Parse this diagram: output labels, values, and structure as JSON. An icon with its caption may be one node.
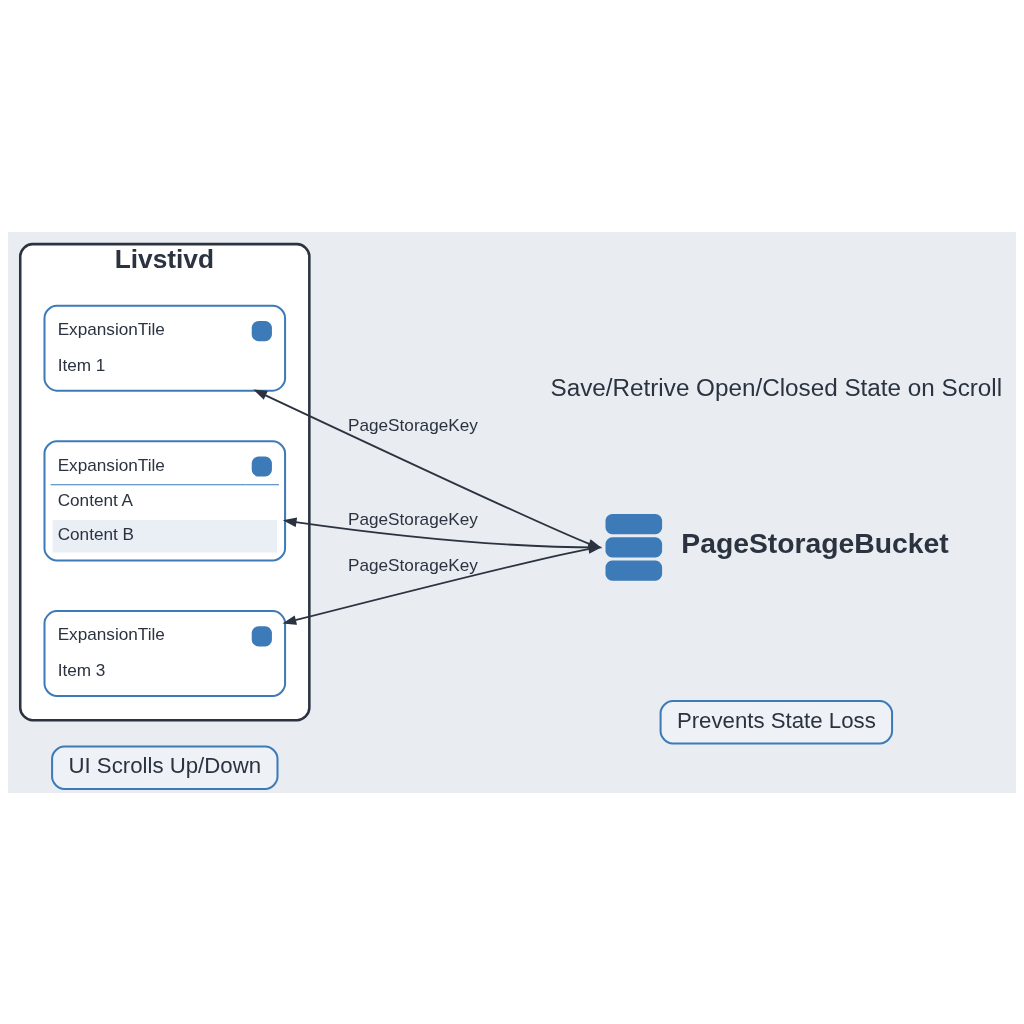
{
  "diagram": {
    "nodes": [
      {
        "text": [
          "Livstivd"
        ]
      },
      {
        "text": [
          "ExpansionTile",
          "Item 1"
        ],
        "in": 0
      },
      {
        "text": [
          "ExpansionTile",
          "Content A",
          "Content B"
        ],
        "in": 0
      },
      {
        "text": [
          "ExpansionTile",
          "Item 3"
        ],
        "in": 0
      },
      {
        "text": [
          "PageStorageBucket"
        ]
      },
      {
        "text": [
          "Prevents State Loss"
        ]
      },
      {
        "text": [
          "UI Scrolls Up/Down"
        ]
      }
    ],
    "edges": [
      {
        "from": 4,
        "to": 1,
        "arrow": "both",
        "label": "PageStorageKey"
      },
      {
        "from": 4,
        "to": 2,
        "arrow": "to",
        "label": "PageStorageKey"
      },
      {
        "from": 4,
        "to": 3,
        "arrow": "both",
        "label": "PageStorageKey"
      }
    ],
    "labels": [
      "Save/Retrive Open/Closed State on Scroll"
    ]
  }
}
